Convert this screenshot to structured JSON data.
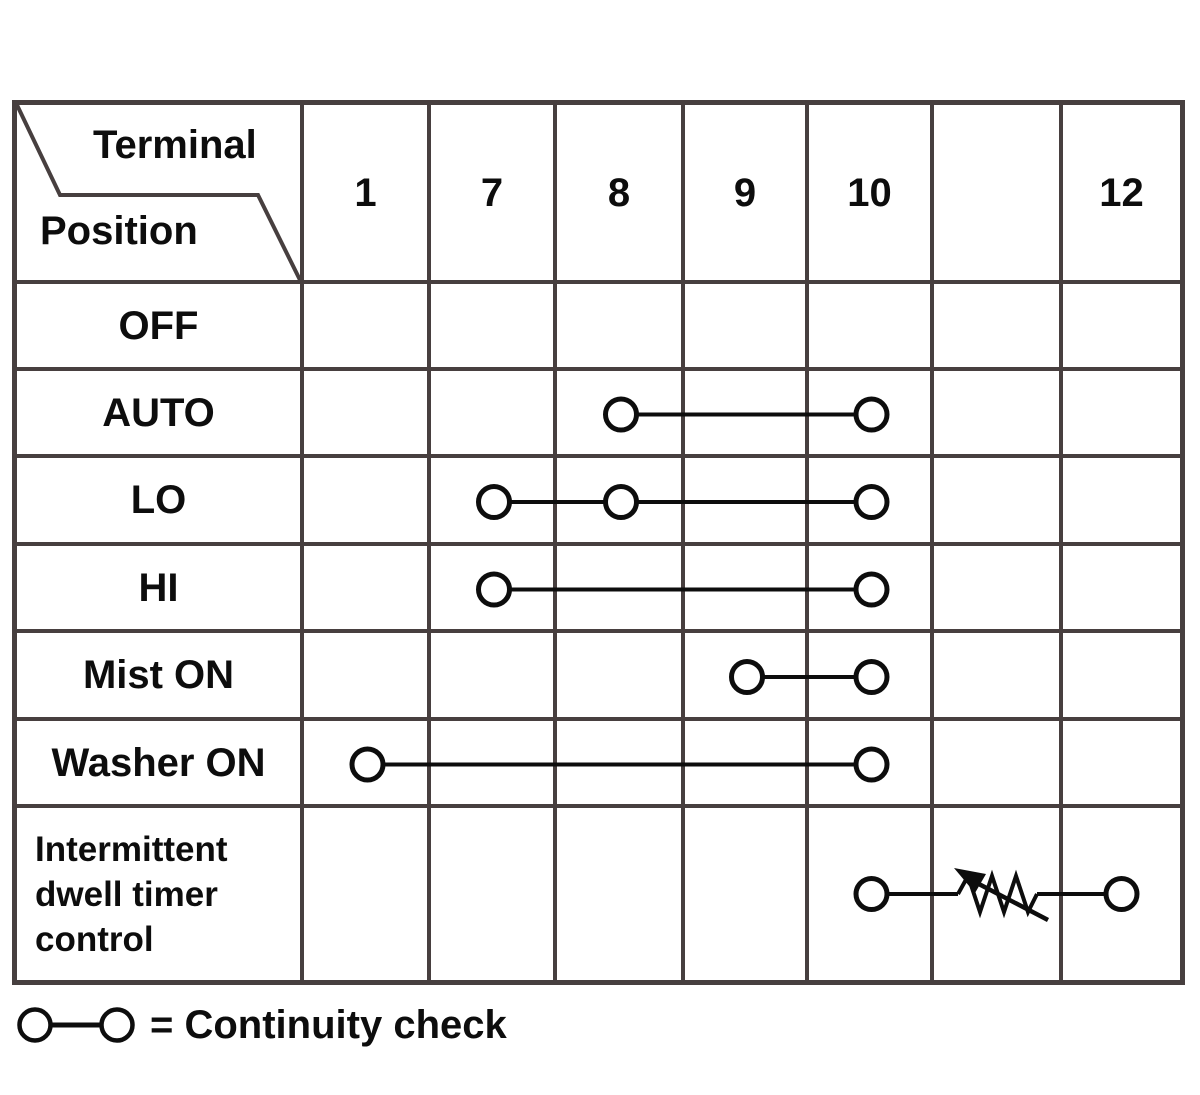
{
  "figure": {
    "kind": "wiper-switch-continuity-table"
  },
  "colors": {
    "grid": "#473f3f",
    "ink": "#0d0d0d",
    "background": "#ffffff"
  },
  "header": {
    "terminal_label": "Terminal",
    "position_label": "Position",
    "terminals": [
      "1",
      "7",
      "8",
      "9",
      "10",
      "",
      "12"
    ]
  },
  "grid": {
    "rows": [
      {
        "label": "OFF",
        "circles": []
      },
      {
        "label": "AUTO",
        "circles": [
          "8",
          "10"
        ]
      },
      {
        "label": "LO",
        "circles": [
          "7",
          "8",
          "10"
        ]
      },
      {
        "label": "HI",
        "circles": [
          "7",
          "10"
        ]
      },
      {
        "label": "Mist ON",
        "circles": [
          "9",
          "10"
        ]
      },
      {
        "label": "Washer ON",
        "circles": [
          "1",
          "10"
        ]
      },
      {
        "label": "Intermittent\ndwell timer\ncontrol",
        "circles": [
          "10",
          "12"
        ],
        "variable_resistor": true
      }
    ]
  },
  "legend": {
    "symbol": "circle-line-circle",
    "text": "= Continuity check"
  }
}
